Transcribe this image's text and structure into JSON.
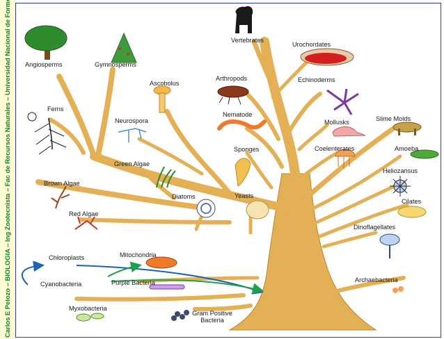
{
  "side_caption": "Carlos E Pelozo – BIOLOGIA – Ing Zootecnista – Fac de Recursos Naturales – Universidad Nacional de Formosa",
  "labels": {
    "angiosperms": "Angiosperms",
    "gymnosperms": "Gymnosperms",
    "vertebrates": "Vertebrates",
    "urochordates": "Urochordates",
    "ascobolus": "Ascobolus",
    "arthropods": "Arthropods",
    "echinoderms": "Echinoderms",
    "ferns": "Ferns",
    "nematode": "Nematode",
    "slime_molds": "Slime Molds",
    "mollusks": "Mollusks",
    "neurospora": "Neurospora",
    "coelenterates": "Coelenterates",
    "amoeba": "Amoeba",
    "sponges": "Sponges",
    "green_algae": "Green Algae",
    "heliozansus": "Heliozansus",
    "brown_algae": "Brown Algae",
    "diatoms": "Diatoms",
    "yeasts": "Yeasts",
    "cilates": "Cilates",
    "red_algae": "Red Algae",
    "dinoflagellates": "Dinoflagellates",
    "chloroplasts": "Chloroplasts",
    "mitochondria": "Mitochondria",
    "archaebacteria": "Archaebacteria",
    "cyanobacteria": "Cyanobacteria",
    "purple_bacteria": "Purple Bacteria",
    "myxobacteria": "Myxobacteria",
    "gram_positive_bacteria": "Gram Positive Bacteria"
  },
  "colors": {
    "tree_fill": "#e3b055",
    "tree_stroke": "#b8842a",
    "arrow_blue": "#1a63b5",
    "arrow_green": "#21a04a",
    "caption": "#0c8a25",
    "panel_border": "#2a3f9a"
  }
}
